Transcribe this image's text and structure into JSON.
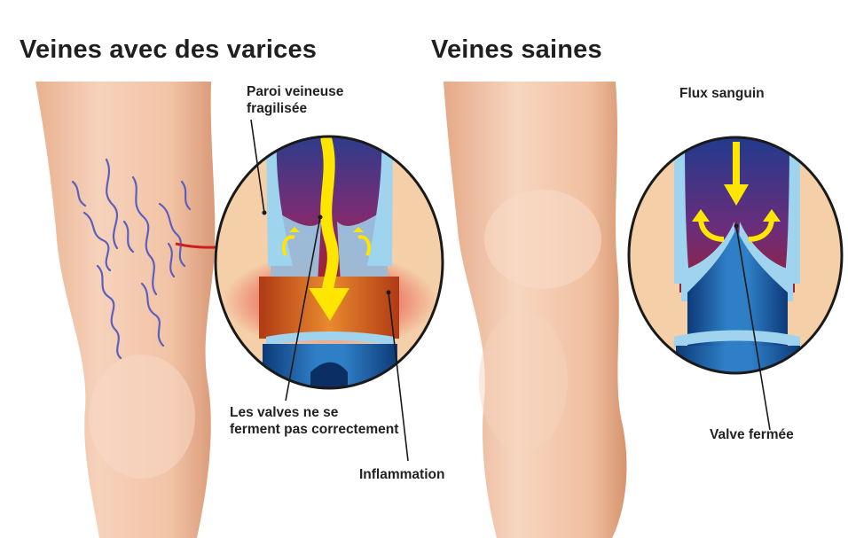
{
  "titles": {
    "varicose": "Veines avec des varices",
    "healthy": "Veines saines"
  },
  "labels": {
    "weak_wall_line1": "Paroi veineuse",
    "weak_wall_line2": "fragilisée",
    "valves_line1": "Les valves ne se",
    "valves_line2": "ferment pas correctement",
    "inflammation": "Inflammation",
    "blood_flow": "Flux sanguin",
    "closed_valve": "Valve fermée"
  },
  "colors": {
    "skin": "#f2c3a6",
    "vein_blue": "#1e5ea8",
    "valve_light": "#9fd3ee",
    "blood_flow_arrow": "#ffe600",
    "inflammation_red": "#e0191b",
    "leader_arrow": "#c8201e"
  }
}
